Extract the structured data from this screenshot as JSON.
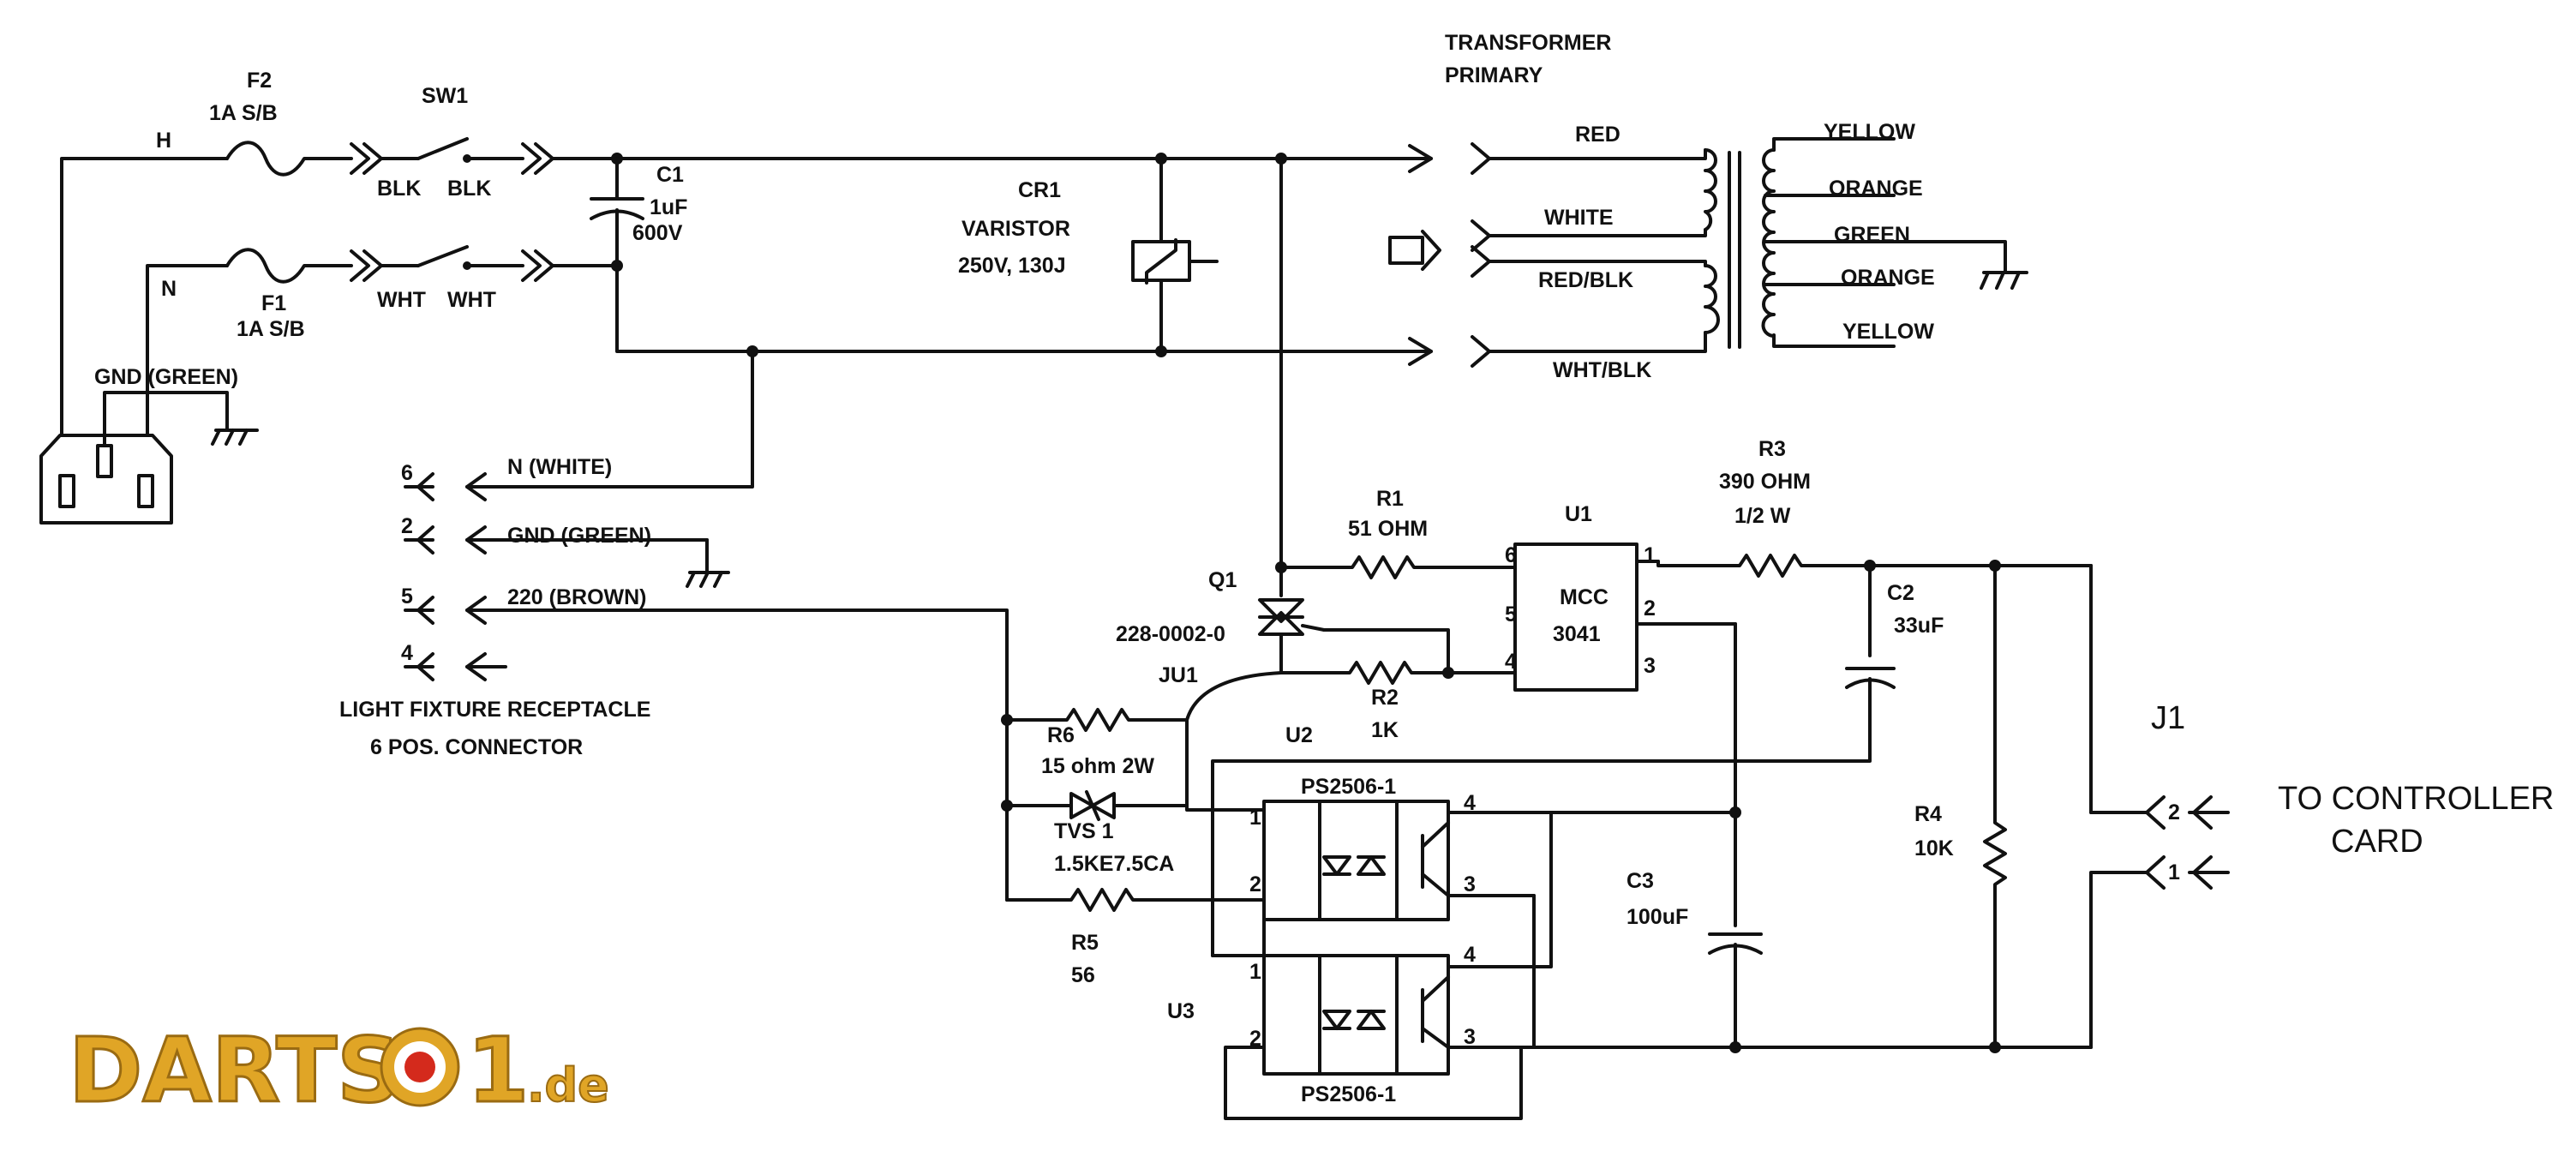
{
  "labels": {
    "f2_name": "F2",
    "f2_rating": "1A  S/B",
    "f1_name": "F1",
    "f1_rating": "1A  S/B",
    "sw1": "SW1",
    "h": "H",
    "n": "N",
    "blk1": "BLK",
    "blk2": "BLK",
    "wht1": "WHT",
    "wht2": "WHT",
    "gnd_green": "GND  (GREEN)",
    "c1_name": "C1",
    "c1_value": "1uF",
    "c1_voltage": "600V",
    "cr1_name": "CR1",
    "cr1_type": "VARISTOR",
    "cr1_rating": "250V,  130J",
    "transformer_title_1": "TRANSFORMER",
    "transformer_title_2": "PRIMARY",
    "red": "RED",
    "white": "WHITE",
    "red_blk": "RED/BLK",
    "wht_blk": "WHT/BLK",
    "yellow_top": "YELLOW",
    "orange_top": "ORANGE",
    "green": "GREEN",
    "orange_bottom": "ORANGE",
    "yellow_bottom": "YELLOW",
    "pin6": "6",
    "pin2": "2",
    "pin5": "5",
    "pin4": "4",
    "n_white": "N (WHITE)",
    "gnd_green2": "GND (GREEN)",
    "v220_brown": "220 (BROWN)",
    "light_fixture": "LIGHT FIXTURE RECEPTACLE",
    "six_pos": "6 POS. CONNECTOR",
    "r1_name": "R1",
    "r1_value": "51 OHM",
    "u1_name": "U1",
    "u1_part1": "MCC",
    "u1_part2": "3041",
    "u1_pin6": "6",
    "u1_pin5": "5",
    "u1_pin4": "4",
    "u1_pin1": "1",
    "u1_pin2": "2",
    "u1_pin3": "3",
    "r3_name": "R3",
    "r3_value": "390 OHM",
    "r3_power": "1/2  W",
    "c2_name": "C2",
    "c2_value": "33uF",
    "q1_name": "Q1",
    "q1_part": "228-0002-0",
    "ju1": "JU1",
    "r2_name": "R2",
    "r2_value": "1K",
    "r6_name": "R6",
    "r6_value": "15 ohm 2W",
    "tvs_name": "TVS 1",
    "tvs_value": "1.5KE7.5CA",
    "r5_name": "R5",
    "r5_value": "56",
    "u2_name": "U2",
    "u2_part": "PS2506-1",
    "u3_name": "U3",
    "u3_part": "PS2506-1",
    "u2_pin1": "1",
    "u2_pin2": "2",
    "u2_pin3": "3",
    "u2_pin4": "4",
    "u3_pin1": "1",
    "u3_pin2": "2",
    "u3_pin3": "3",
    "u3_pin4": "4",
    "c3_name": "C3",
    "c3_value": "100uF",
    "r4_name": "R4",
    "r4_value": "10K",
    "j1_name": "J1",
    "j1_pin2": "2",
    "j1_pin1": "1",
    "to_controller_1": "TO CONTROLLER",
    "to_controller_2": "CARD",
    "logo_main": "DARTS 1",
    "logo_suffix": ".de"
  },
  "colors": {
    "line": "#111111",
    "logo_gold": "#e0a526",
    "logo_red": "#d42a1c"
  }
}
